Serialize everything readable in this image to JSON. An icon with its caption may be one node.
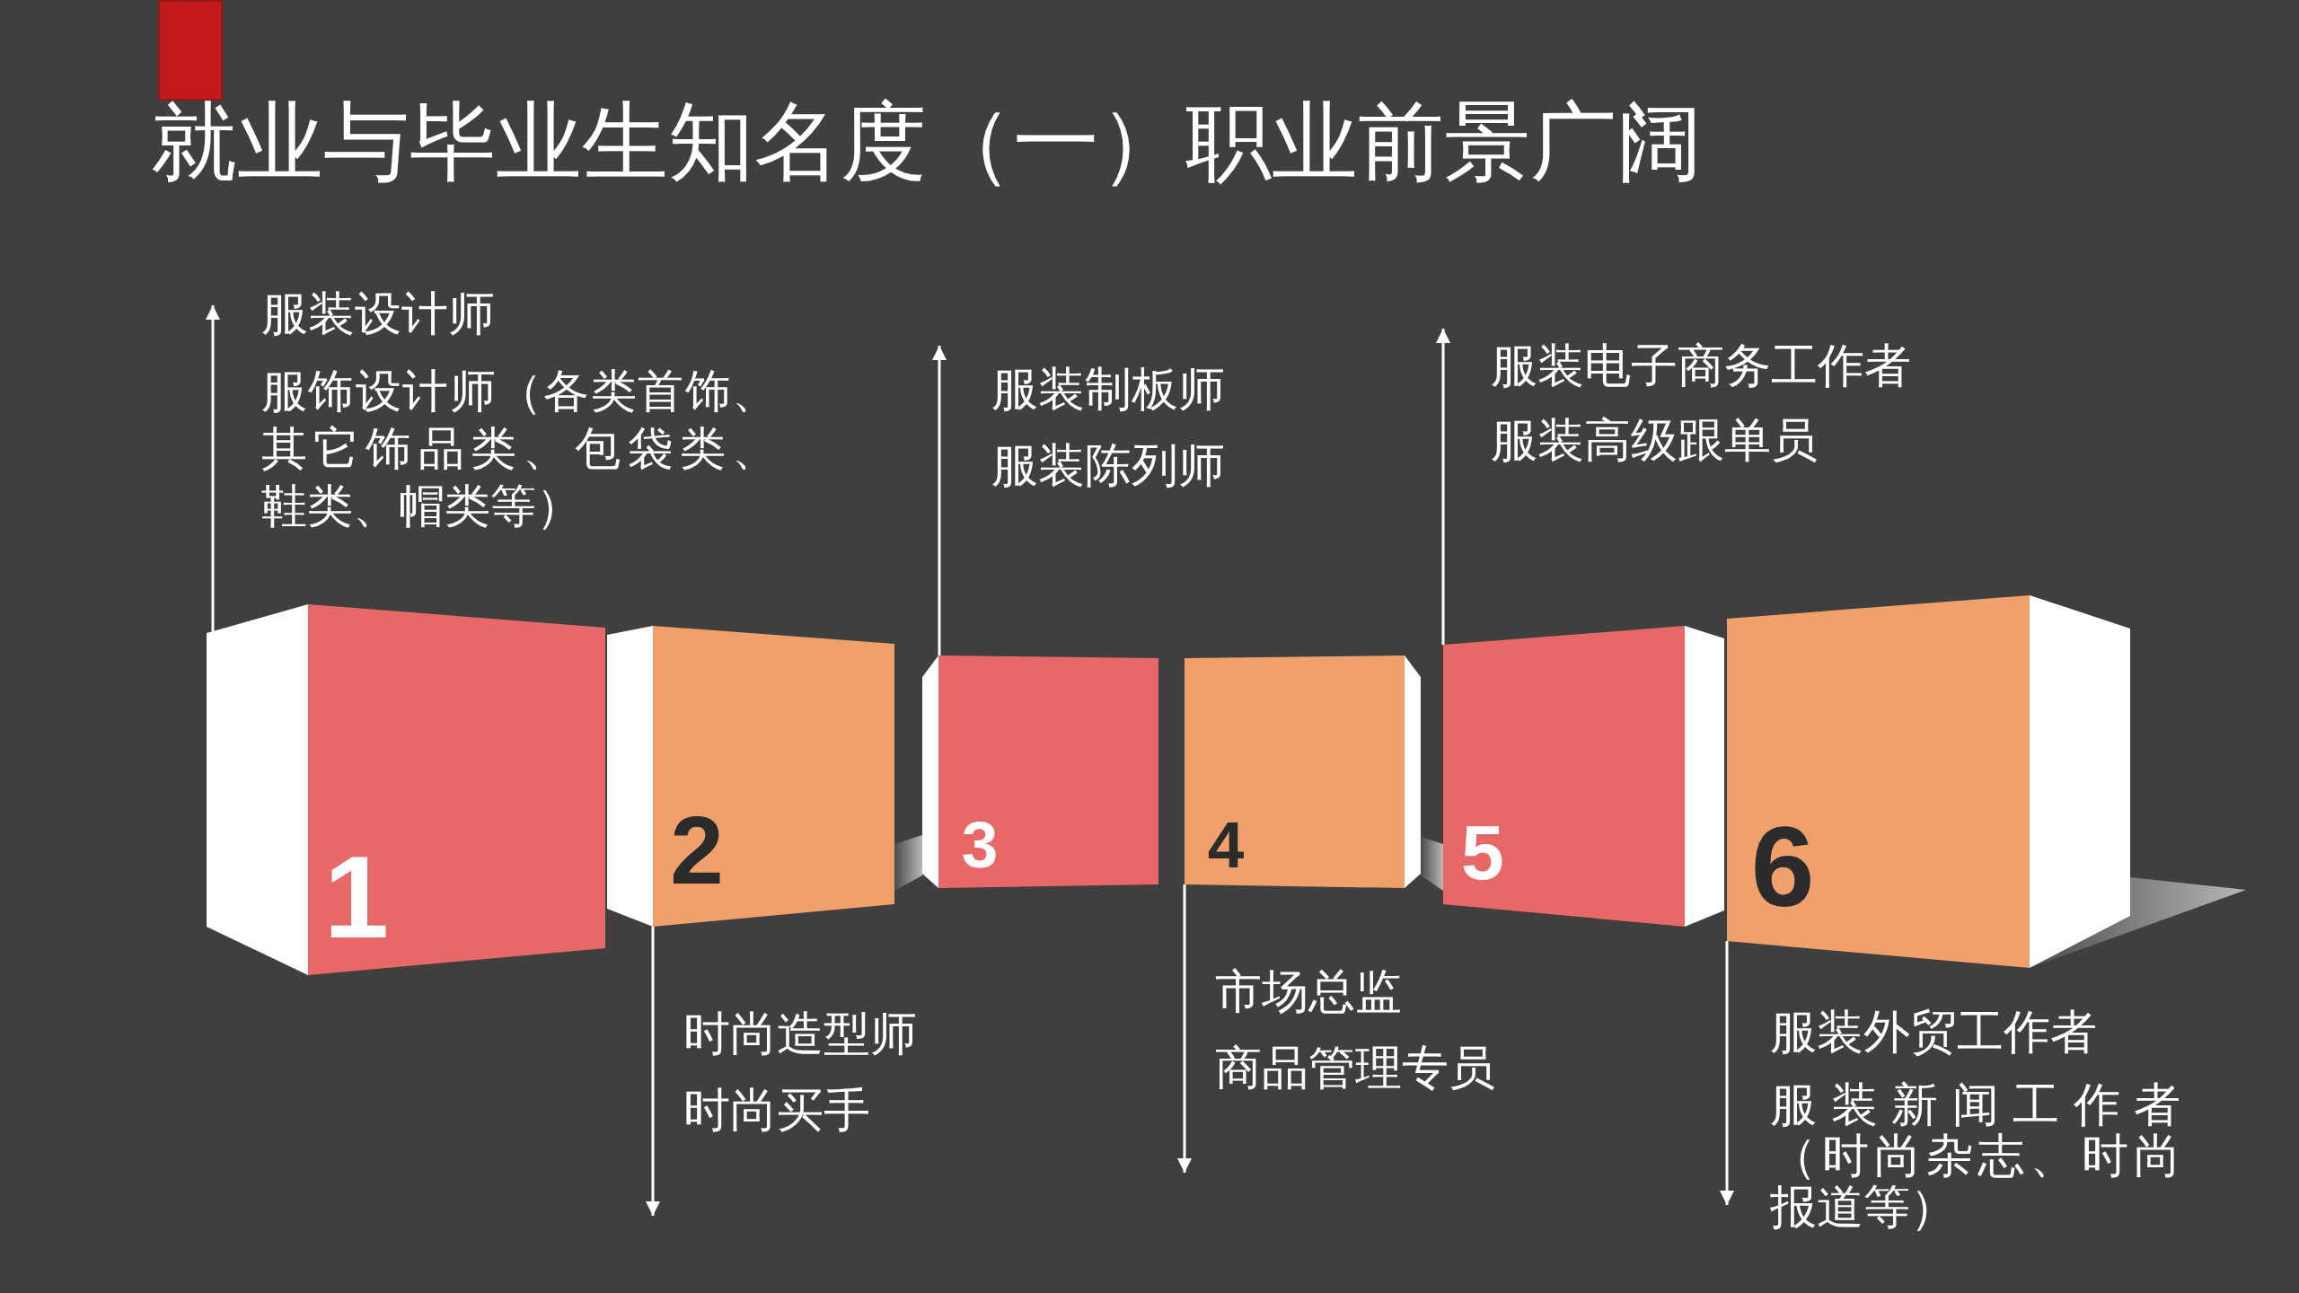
{
  "diagram": {
    "title": "就业与毕业生知名度（一）职业前景广阔",
    "nodes": [
      {
        "text": [
          "服装设计师",
          "服饰设计师（各类首饰、其它饰品类、包袋类、鞋类、帽类等）"
        ]
      },
      {
        "text": [
          "服装制板师",
          "服装陈列师"
        ]
      },
      {
        "text": [
          "服装电子商务工作者",
          "服装高级跟单员"
        ]
      },
      {
        "text": [
          "1"
        ]
      },
      {
        "text": [
          "2"
        ]
      },
      {
        "text": [
          "3"
        ]
      },
      {
        "text": [
          "4"
        ]
      },
      {
        "text": [
          "5"
        ]
      },
      {
        "text": [
          "6"
        ]
      },
      {
        "text": [
          "时尚造型师",
          "时尚买手"
        ]
      },
      {
        "text": [
          "市场总监",
          "商品管理专员"
        ]
      },
      {
        "text": [
          "服装外贸工作者",
          "服装新闻工作者（时尚杂志、时尚报道等）"
        ]
      }
    ],
    "edges": [
      {
        "from": 3,
        "to": 0,
        "arrow": "to"
      },
      {
        "from": 4,
        "to": 9,
        "arrow": "to"
      },
      {
        "from": 5,
        "to": 1,
        "arrow": "to"
      },
      {
        "from": 6,
        "to": 10,
        "arrow": "to"
      },
      {
        "from": 7,
        "to": 2,
        "arrow": "to"
      },
      {
        "from": 8,
        "to": 11,
        "arrow": "to"
      }
    ]
  }
}
